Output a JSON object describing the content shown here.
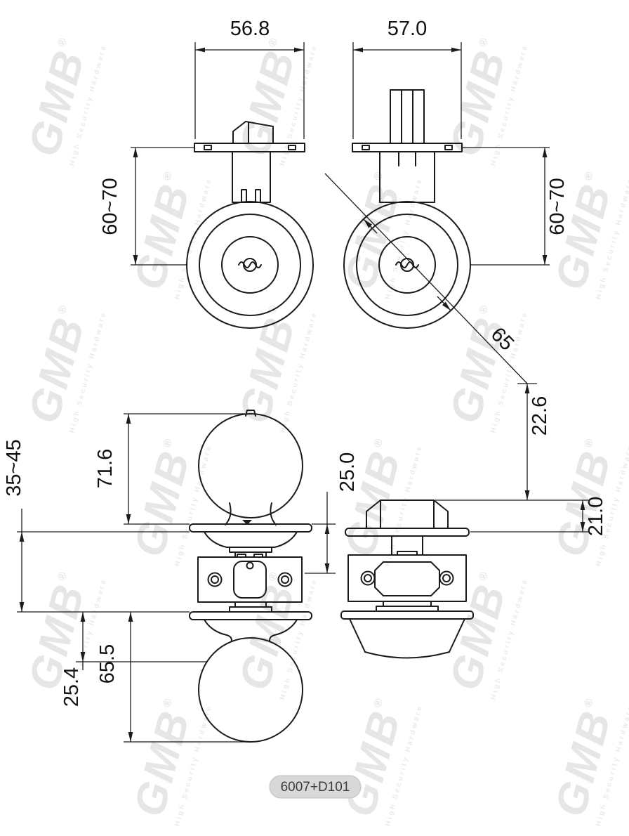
{
  "watermark": {
    "brand": "GMB",
    "reg": "®",
    "tagline": "High Security Hardware"
  },
  "model_badge": {
    "label": "6007+D101"
  },
  "dimensions": {
    "deadbolt_plate_width_left": "56.8",
    "deadbolt_plate_width_right": "57.0",
    "backset_left": "60~70",
    "backset_right": "60~70",
    "cylinder_diameter": "65",
    "bolt_projection": "22.6",
    "door_thickness": "35~45",
    "inside_knob_height": "71.6",
    "rose_to_body": "25.0",
    "thumbturn_height": "21.0",
    "outside_knob_height": "65.5",
    "rose_height": "25.4"
  }
}
